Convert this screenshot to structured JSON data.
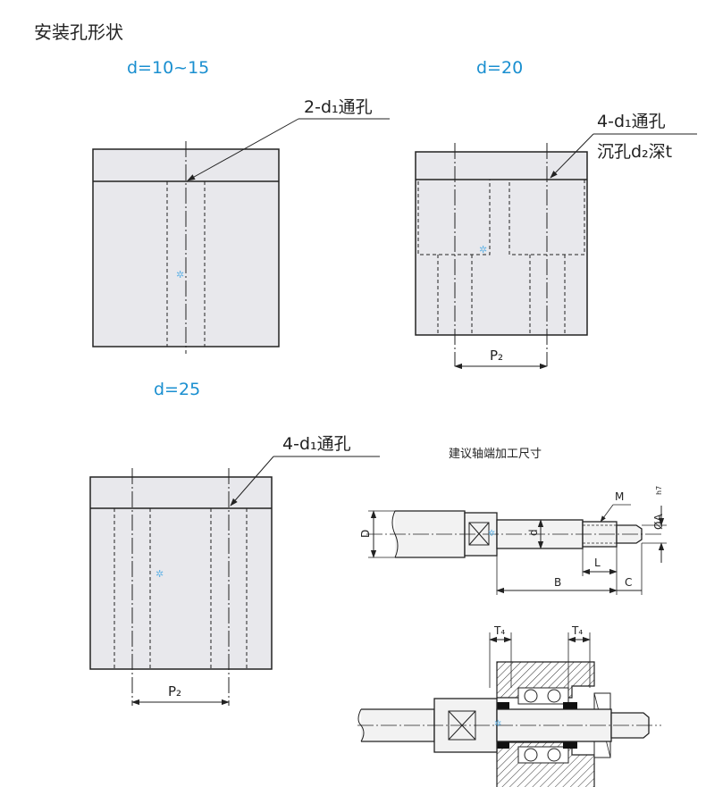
{
  "title": "安装孔形状",
  "variants": [
    {
      "label": "d=10~15",
      "callout": "2-d₁通孔"
    },
    {
      "label": "d=20",
      "callout_line1": "4-d₁通孔",
      "callout_line2": "沉孔d₂深t",
      "dim": "P₂"
    },
    {
      "label": "d=25",
      "callout": "4-d₁通孔",
      "dim": "P₂"
    }
  ],
  "shaft_detail": {
    "title": "建议轴端加工尺寸",
    "labels": {
      "D": "D",
      "d": "d",
      "M": "M",
      "A": "ØA",
      "A_sub": "h7",
      "L": "L",
      "B": "B",
      "C": "C"
    }
  },
  "assembly": {
    "labels": {
      "T4_left": "T₄",
      "T4_right": "T₄"
    }
  },
  "colors": {
    "accent": "#1a8fd0",
    "plate_fill": "#e8e8ec",
    "line": "#222222"
  }
}
